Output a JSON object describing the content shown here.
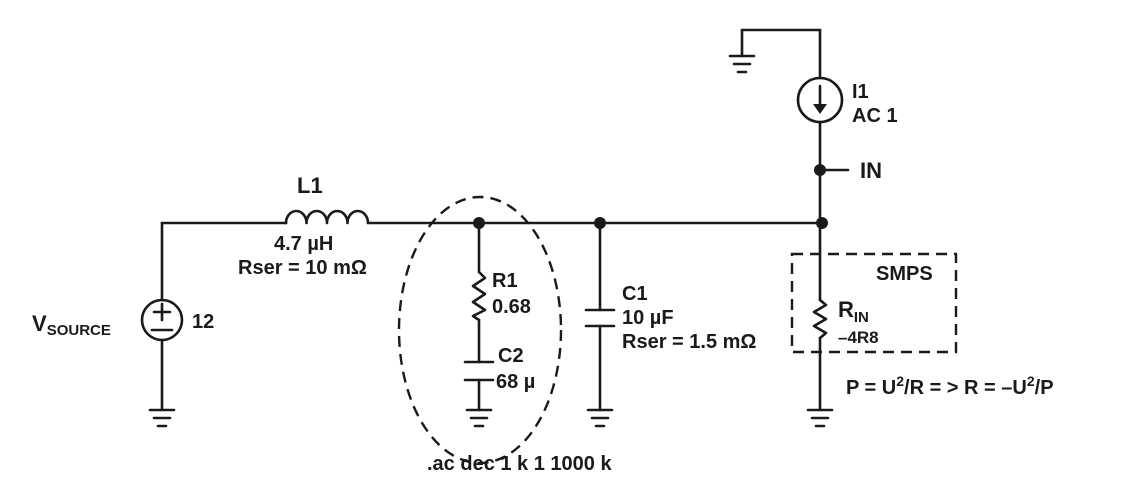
{
  "labels": {
    "l1_name": "L1",
    "l1_value": "4.7 µH",
    "l1_rser": "Rser = 10 mΩ",
    "vsource_main": "V",
    "vsource_sub": "SOURCE",
    "vsource_value": "12",
    "r1_name": "R1",
    "r1_value": "0.68",
    "c2_name": "C2",
    "c2_value": "68 µ",
    "c1_name": "C1",
    "c1_value": "10 µF",
    "c1_rser": "Rser = 1.5 mΩ",
    "i1_name": "I1",
    "i1_value": "AC 1",
    "in_label": "IN",
    "smps_label": "SMPS",
    "rin_main": "R",
    "rin_sub": "IN",
    "rin_value": "–4R8",
    "ac_directive": ".ac dec 1 k 1 1000 k",
    "formula_a": "P = U",
    "formula_exp1": "2",
    "formula_b": "/R = > R = –U",
    "formula_exp2": "2",
    "formula_c": "/P"
  }
}
